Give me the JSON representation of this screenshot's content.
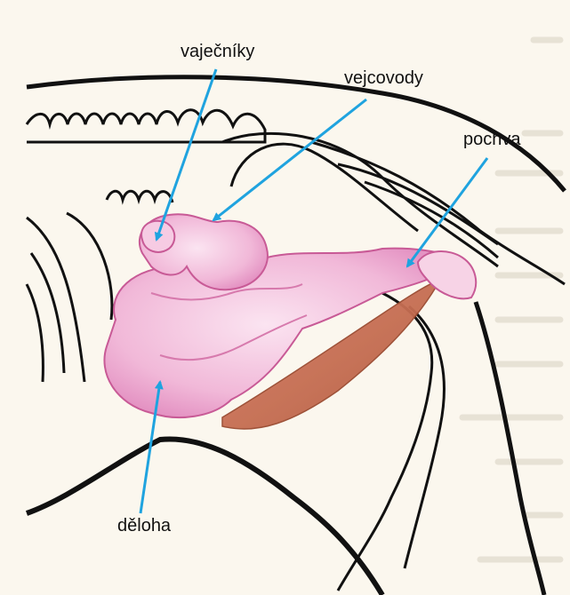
{
  "diagram": {
    "labels": {
      "ovaries": "vaječníky",
      "oviducts": "vejcovody",
      "vagina": "pochva",
      "uterus": "děloha"
    },
    "colors": {
      "arrow": "#1fa3df",
      "organ_pink": "#f1b8d8",
      "organ_outline": "#c85a96",
      "muscle": "#c86a4e",
      "background": "#fbf7ee",
      "line": "#111111"
    }
  }
}
